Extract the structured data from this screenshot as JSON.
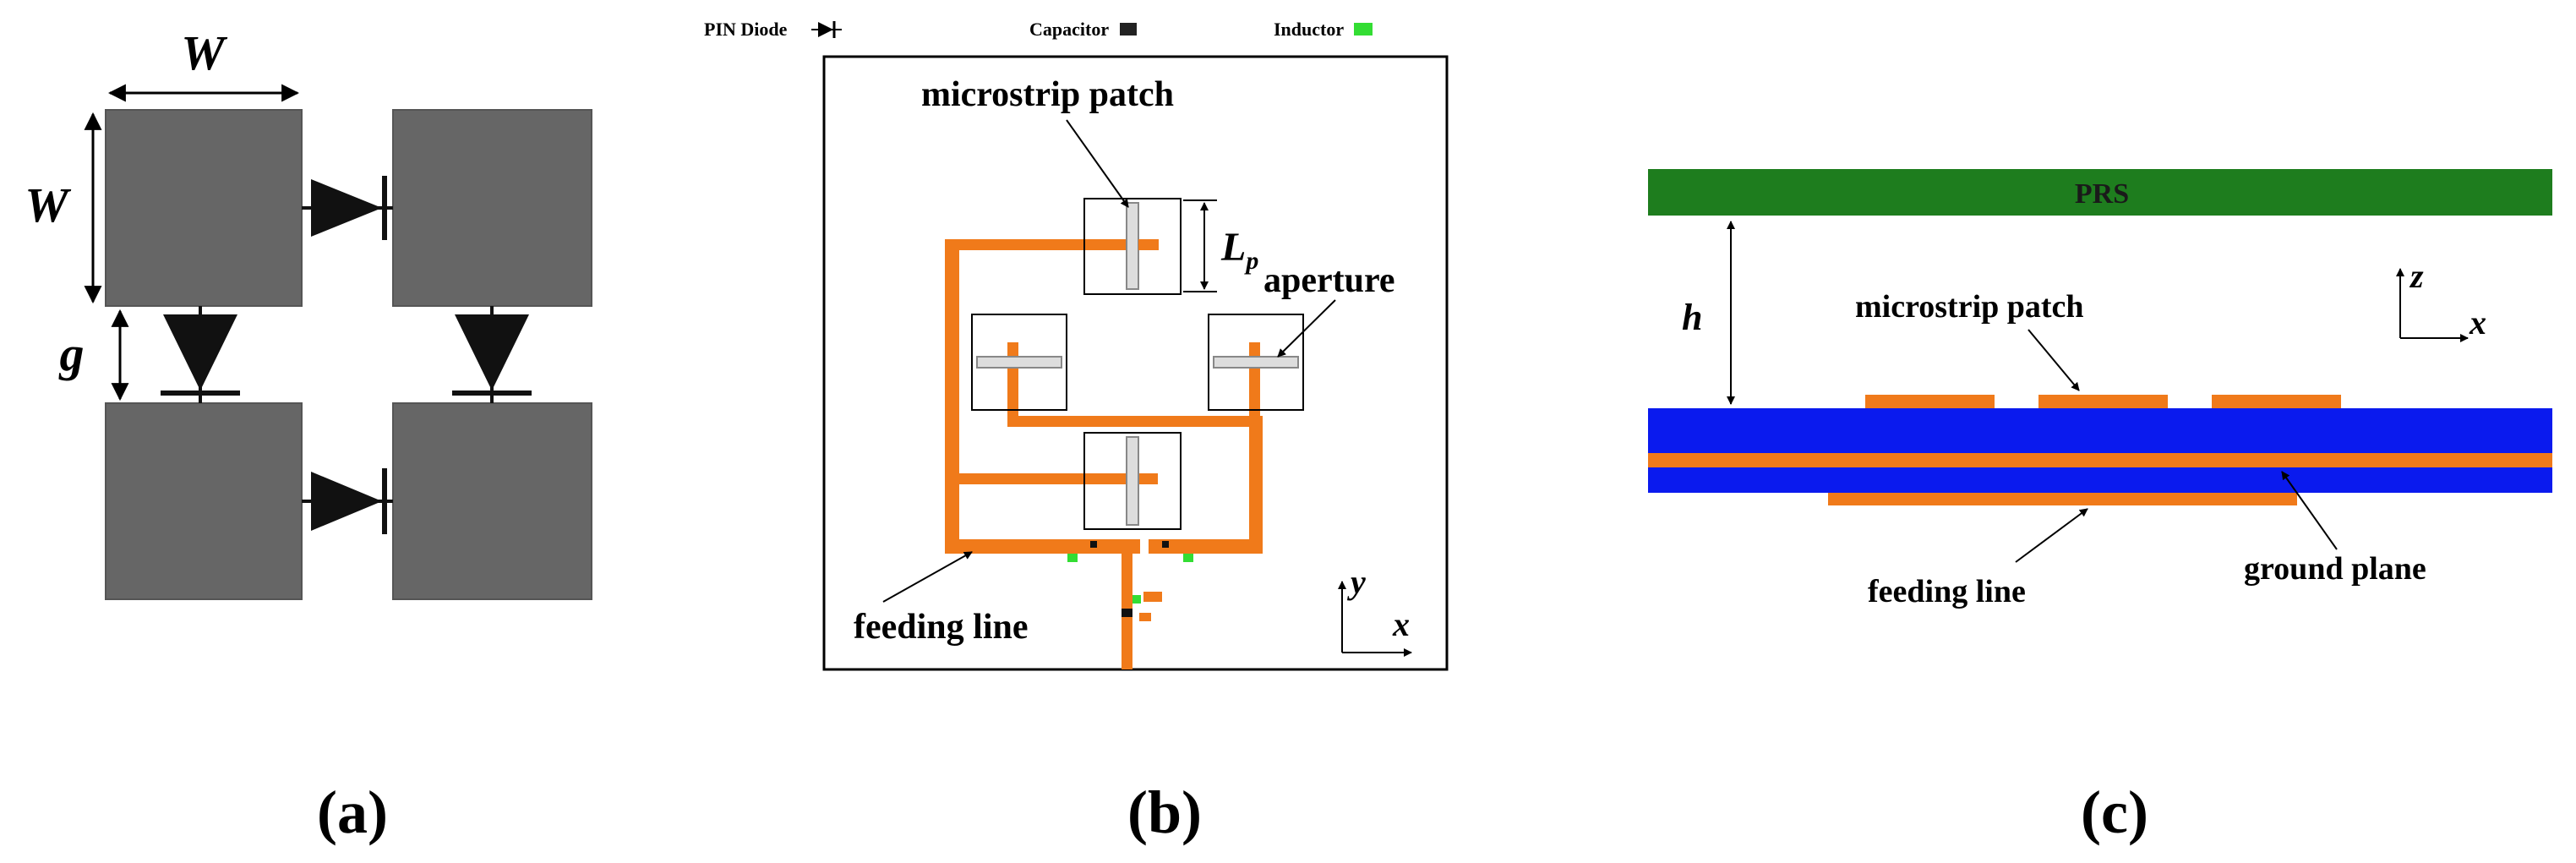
{
  "panel_a": {
    "dim_w_top": "W",
    "dim_w_left": "W",
    "dim_g": "g",
    "caption": "(a)",
    "patch_color": "#666666",
    "diode_color": "#111111"
  },
  "panel_b": {
    "legend": {
      "pin_diode": "PIN Diode",
      "capacitor": "Capacitor",
      "inductor": "Inductor"
    },
    "labels": {
      "microstrip_patch": "microstrip patch",
      "lp_main": "L",
      "lp_sub": "p",
      "aperture": "aperture",
      "feeding_line": "feeding line",
      "axis_y": "y",
      "axis_x": "x"
    },
    "caption": "(b)",
    "feed_color": "#f07a1a",
    "inductor_color": "#33dd33"
  },
  "panel_c": {
    "prs": "PRS",
    "h": "h",
    "microstrip_patch": "microstrip patch",
    "feeding_line": "feeding line",
    "ground_plane": "ground plane",
    "axis_z": "z",
    "axis_x": "x",
    "caption": "(c)",
    "prs_color": "#1e7d1e",
    "substrate_color": "#0a1aee",
    "copper_color": "#f07a1a"
  }
}
